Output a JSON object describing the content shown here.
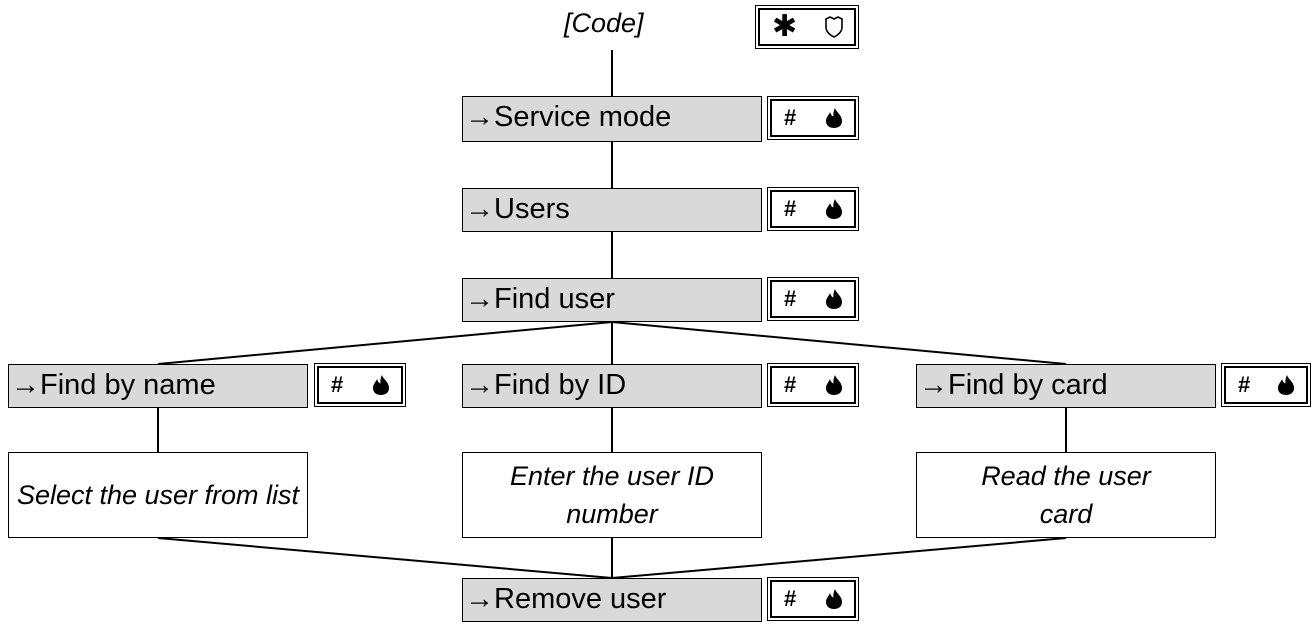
{
  "start": {
    "code_label": "[Code]",
    "keys": {
      "key": "✱",
      "icon": "shield-icon"
    }
  },
  "steps": [
    {
      "label": "→Service mode",
      "keys": {
        "key": "#",
        "icon": "flame-icon"
      }
    },
    {
      "label": "→Users",
      "keys": {
        "key": "#",
        "icon": "flame-icon"
      }
    },
    {
      "label": "→Find user",
      "keys": {
        "key": "#",
        "icon": "flame-icon"
      }
    }
  ],
  "branches": [
    {
      "label": "→Find by name",
      "keys": {
        "key": "#",
        "icon": "flame-icon"
      },
      "description": "Select the user from list"
    },
    {
      "label": "→Find by ID",
      "keys": {
        "key": "#",
        "icon": "flame-icon"
      },
      "description": "Enter the user ID number"
    },
    {
      "label": "→Find by card",
      "keys": {
        "key": "#",
        "icon": "flame-icon"
      },
      "description": "Read the user card"
    }
  ],
  "final_step": {
    "label": "→Remove user",
    "keys": {
      "key": "#",
      "icon": "flame-icon"
    }
  }
}
